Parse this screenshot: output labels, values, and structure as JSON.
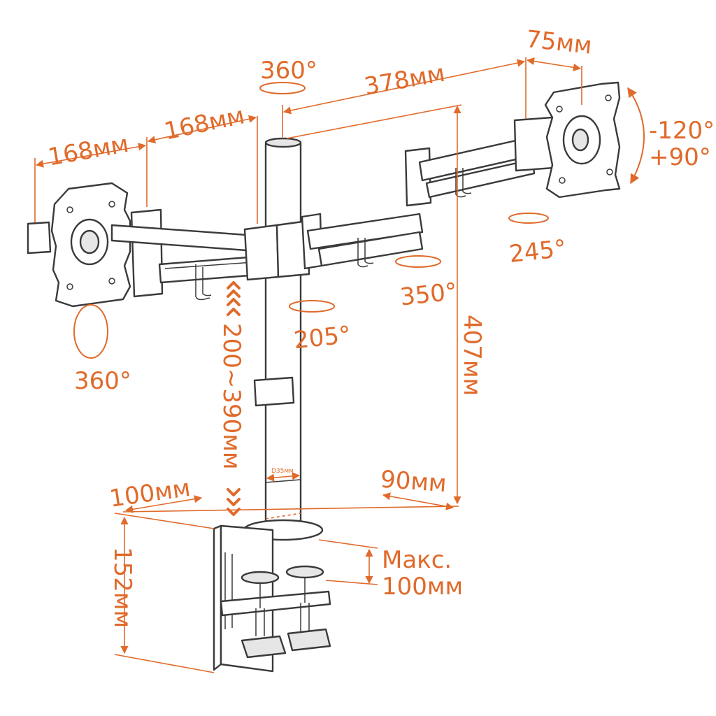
{
  "colors": {
    "accent": "#e06a2a",
    "line": "#3a3a3a",
    "fill": "#ffffff",
    "shade": "#e6e6e6"
  },
  "labels": {
    "arm_left_outer": "168мм",
    "arm_left_inner": "168мм",
    "top_rotation": "360°",
    "arm_right_span": "378мм",
    "vesa_size": "75мм",
    "tilt_up": "-120°",
    "tilt_down": "+90°",
    "swivel_right_head": "245°",
    "swivel_right_arm": "350°",
    "swivel_left_arm": "205°",
    "left_head_rotation": "360°",
    "height_adjust": "200~390мм",
    "pole_height": "407мм",
    "base_left_depth": "100мм",
    "base_right_depth": "90мм",
    "clamp_height": "152мм",
    "desk_thickness_line1": "Макс.",
    "desk_thickness_line2": "100мм",
    "pole_diameter": "D35мм"
  }
}
